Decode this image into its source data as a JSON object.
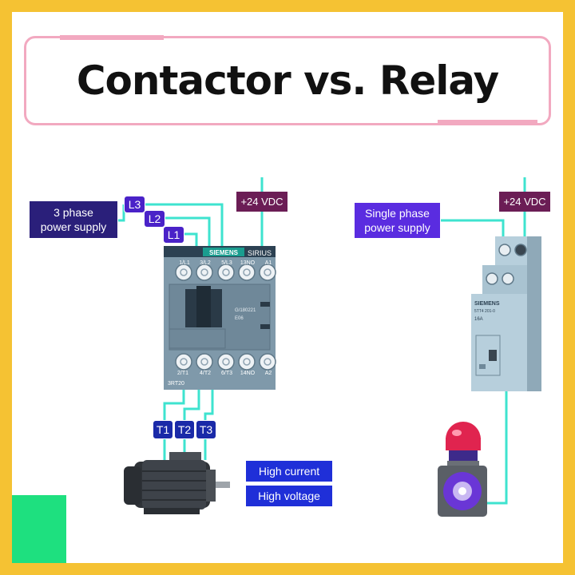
{
  "title": "Contactor vs. Relay",
  "contactor": {
    "supply_line1": "3 phase",
    "supply_line2": "power supply",
    "phases": [
      "L3",
      "L2",
      "L1"
    ],
    "control_voltage": "+24 VDC",
    "brand": "SIEMENS",
    "series": "SIRIUS",
    "top_terminals": [
      "1/L1",
      "3/L2",
      "5/L3",
      "13NO",
      "A1"
    ],
    "bottom_terminals": [
      "2/T1",
      "4/T2",
      "6/T3",
      "14NO",
      "A2"
    ],
    "code1": "G/180221",
    "code2": "E06",
    "model": "3RT20",
    "outputs": [
      "T1",
      "T2",
      "T3"
    ],
    "load_line1": "High current",
    "load_line2": "High voltage"
  },
  "relay": {
    "supply_line1": "Single phase",
    "supply_line2": "power supply",
    "control_voltage": "+24 VDC",
    "brand": "SIEMENS",
    "model": "5TT4 201-0",
    "rating": "16A"
  },
  "colors": {
    "wire": "#3ee3cf",
    "frame": "#f5c233",
    "accent": "#1ee07f",
    "title_border": "#f2a9c0"
  }
}
